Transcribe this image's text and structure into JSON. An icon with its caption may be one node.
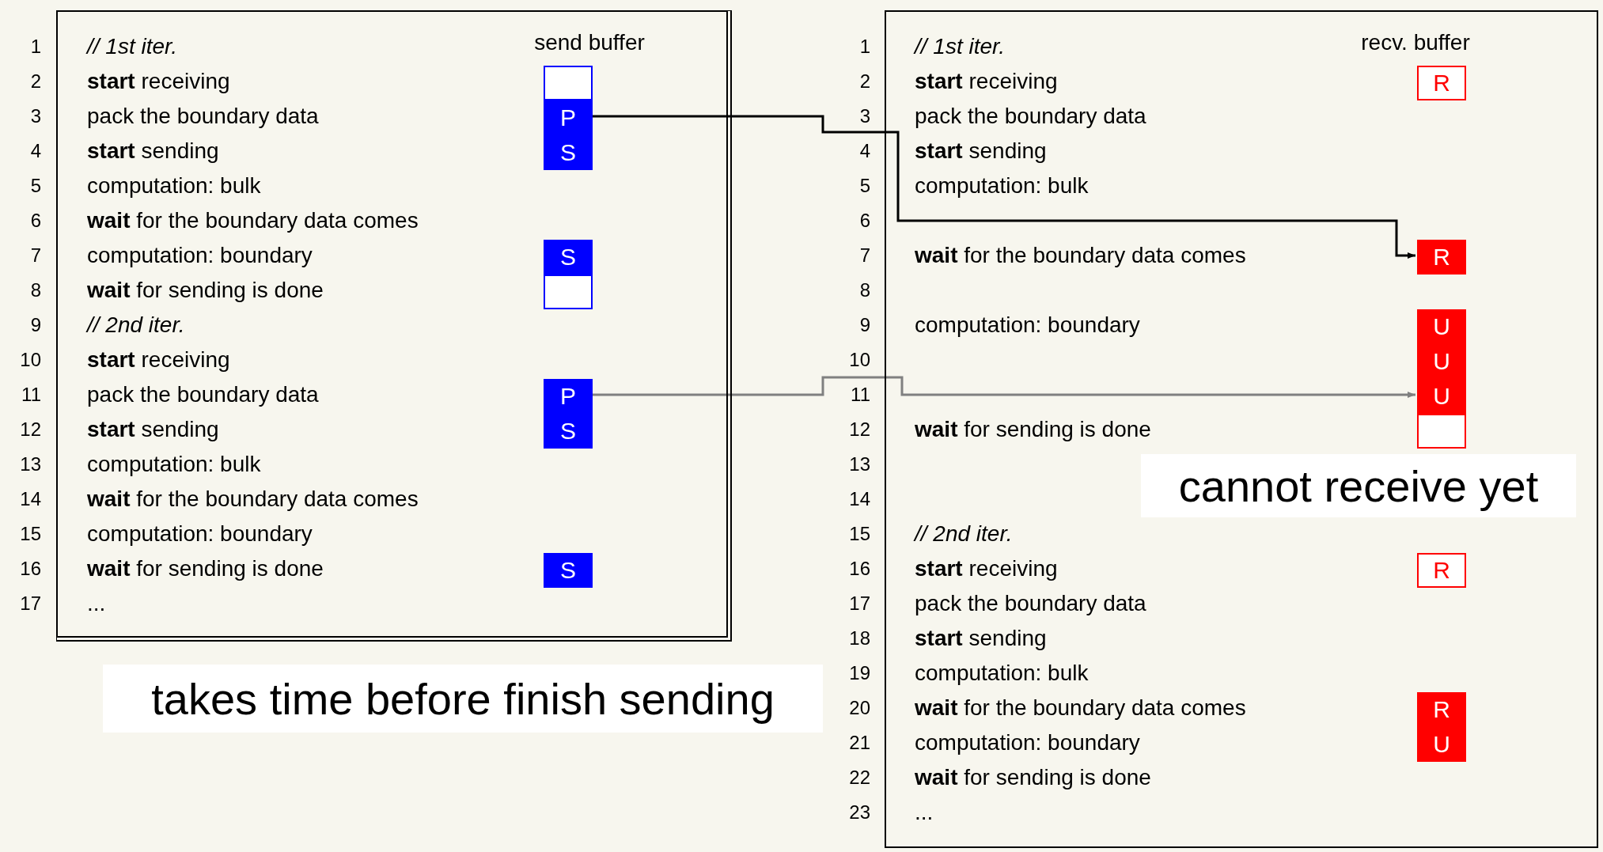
{
  "diagram": {
    "nodes": [
      {
        "text": [],
        "shape": "box"
      },
      {
        "text": [],
        "shape": "box",
        "in": 0
      },
      {
        "text": [
          "P"
        ],
        "in": 0
      },
      {
        "text": [
          "S"
        ],
        "in": 0
      },
      {
        "text": [
          "S"
        ],
        "in": 0
      },
      {
        "text": [],
        "shape": "box",
        "in": 0
      },
      {
        "text": [
          "P"
        ],
        "in": 0
      },
      {
        "text": [
          "S"
        ],
        "in": 0
      },
      {
        "text": [
          "S"
        ],
        "in": 0
      },
      {
        "text": [],
        "shape": "box"
      },
      {
        "text": [
          "R"
        ],
        "in": 9
      },
      {
        "text": [
          "R"
        ],
        "in": 9
      },
      {
        "text": [
          "U"
        ],
        "in": 9
      },
      {
        "text": [
          "U"
        ],
        "in": 9
      },
      {
        "text": [
          "U"
        ],
        "in": 9
      },
      {
        "text": [],
        "shape": "box",
        "in": 9
      },
      {
        "text": [
          "R"
        ],
        "in": 9
      },
      {
        "text": [
          "R"
        ],
        "in": 9
      },
      {
        "text": [
          "U"
        ],
        "in": 9
      },
      {
        "text": [
          "takes time before finish sending"
        ]
      },
      {
        "text": [
          "cannot receive yet"
        ],
        "in": 9
      }
    ],
    "edges": [
      {
        "from": 2,
        "to": 11,
        "arrow": "to"
      },
      {
        "from": 6,
        "to": 14,
        "arrow": "to",
        "color": "#808080"
      }
    ],
    "labels": [
      "send buffer",
      "1",
      "// 1st iter.",
      "2",
      "**start** receiving",
      "3",
      "pack the boundary data",
      "4",
      "**start** sending",
      "5",
      "computation: bulk",
      "6",
      "**wait** for the boundary data comes",
      "7",
      "computation: boundary",
      "8",
      "**wait** for sending is done",
      "9",
      "// 2nd iter.",
      "10",
      "**start** receiving",
      "11",
      "pack the boundary data",
      "12",
      "**start** sending",
      "13",
      "computation: bulk",
      "14",
      "**wait** for the boundary data comes",
      "15",
      "computation: boundary",
      "16",
      "**wait** for sending is done",
      "17",
      "...",
      "recv. buffer",
      "1",
      "// 1st iter.",
      "2",
      "**start** receiving",
      "3",
      "pack the boundary data",
      "4",
      "**start** sending",
      "5",
      "computation: bulk",
      "6",
      "7",
      "**wait** for the boundary data comes",
      "8",
      "9",
      "computation: boundary",
      "10",
      "11",
      "12",
      "**wait** for sending is done",
      "13",
      "14",
      "15",
      "// 2nd iter.",
      "16",
      "**start** receiving",
      "17",
      "pack the boundary data",
      "18",
      "**start** sending",
      "19",
      "computation: bulk",
      "20",
      "**wait** for the boundary data comes",
      "21",
      "computation: boundary",
      "22",
      "**wait** for sending is done",
      "23",
      "..."
    ]
  }
}
